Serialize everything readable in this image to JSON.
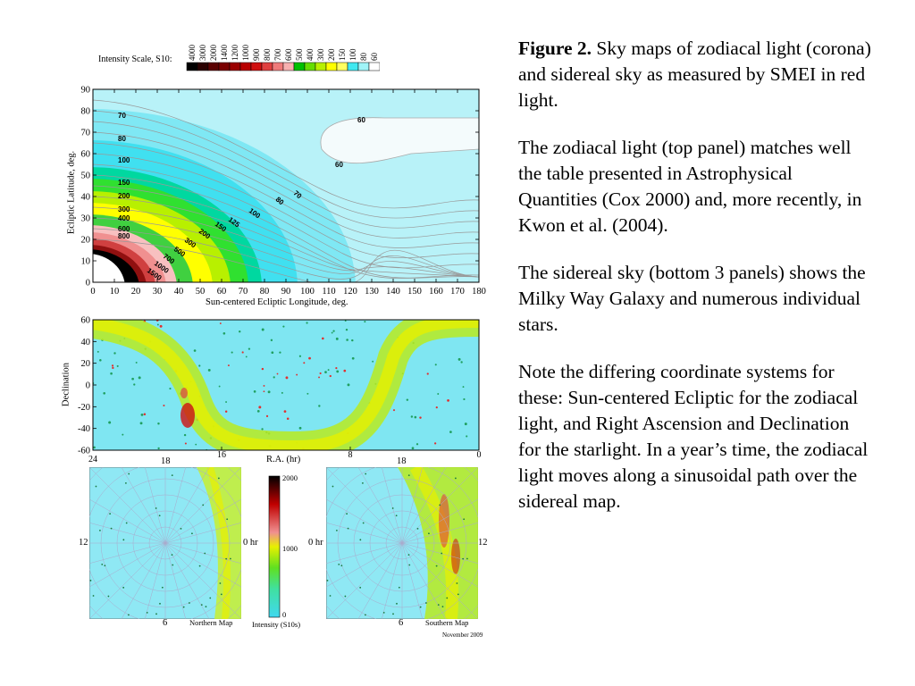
{
  "scale": {
    "title": "Intensity Scale, S10:",
    "values": [
      "4000",
      "3000",
      "2000",
      "1400",
      "1200",
      "1000",
      "900",
      "800",
      "700",
      "600",
      "500",
      "400",
      "300",
      "200",
      "150",
      "100",
      "80",
      "60"
    ],
    "colors": [
      "#000000",
      "#2a0000",
      "#5a0000",
      "#7a0000",
      "#9a0000",
      "#b80000",
      "#d01010",
      "#e04040",
      "#ef7a7a",
      "#f7b0b0",
      "#00c000",
      "#66dd00",
      "#b8f000",
      "#ffff00",
      "#ffff60",
      "#40e8f0",
      "#a0f4f8",
      "#ffffff"
    ]
  },
  "zodiacal": {
    "ylabel": "Ecliptic Latitude, deg.",
    "xlabel": "Sun-centered Ecliptic Longitude, deg.",
    "yticks": [
      "90",
      "80",
      "70",
      "60",
      "50",
      "40",
      "30",
      "20",
      "10",
      "0"
    ],
    "xticks": [
      "0",
      "10",
      "20",
      "30",
      "40",
      "50",
      "60",
      "70",
      "80",
      "90",
      "100",
      "110",
      "120",
      "130",
      "140",
      "150",
      "160",
      "170",
      "180"
    ],
    "contour_labels": [
      {
        "text": "70"
      },
      {
        "text": "80"
      },
      {
        "text": "100"
      },
      {
        "text": "150"
      },
      {
        "text": "200"
      },
      {
        "text": "300"
      },
      {
        "text": "400"
      },
      {
        "text": "600"
      },
      {
        "text": "800"
      },
      {
        "text": "60"
      },
      {
        "text": "60"
      },
      {
        "text": "70"
      },
      {
        "text": "80"
      },
      {
        "text": "100"
      },
      {
        "text": "125"
      },
      {
        "text": "150"
      },
      {
        "text": "200"
      },
      {
        "text": "300"
      },
      {
        "text": "500"
      },
      {
        "text": "700"
      },
      {
        "text": "1000"
      },
      {
        "text": "1500"
      }
    ]
  },
  "sidereal": {
    "ylabel": "Declination",
    "xlabel": "R.A. (hr)",
    "yticks": [
      "60",
      "40",
      "20",
      "0",
      "-20",
      "-40",
      "-60"
    ],
    "xticks": [
      "24",
      "16",
      "8",
      "0"
    ]
  },
  "polar": {
    "north": {
      "top": "18",
      "bottom": "6",
      "left": "12",
      "right": "0 hr",
      "label": "Northern Map"
    },
    "south": {
      "top": "18",
      "bottom": "6",
      "left": "0 hr",
      "right": "12",
      "label": "Southern Map"
    },
    "colorbar": {
      "ticks": [
        "2000",
        "1000",
        "0"
      ],
      "label": "Intensity (S10s)"
    },
    "date": "November 2009"
  },
  "caption": {
    "fig_label": "Figure 2.",
    "p1_rest": " Sky maps of zodiacal light (corona) and sidereal sky as measured by SMEI in red light.",
    "p2": "The zodiacal light (top panel) matches well the table presented in Astrophysical Quantities (Cox 2000) and, more recently, in Kwon et al. (2004).",
    "p3": "The sidereal sky (bottom 3 panels) shows the Milky Way Galaxy and numerous individual stars.",
    "p4": "Note the differing coordinate systems for these: Sun-centered Ecliptic for the zodiacal light, and Right Ascension and Declination for the starlight. In a year’s time, the zodiacal light moves along a sinusoidal path over the sidereal map."
  }
}
